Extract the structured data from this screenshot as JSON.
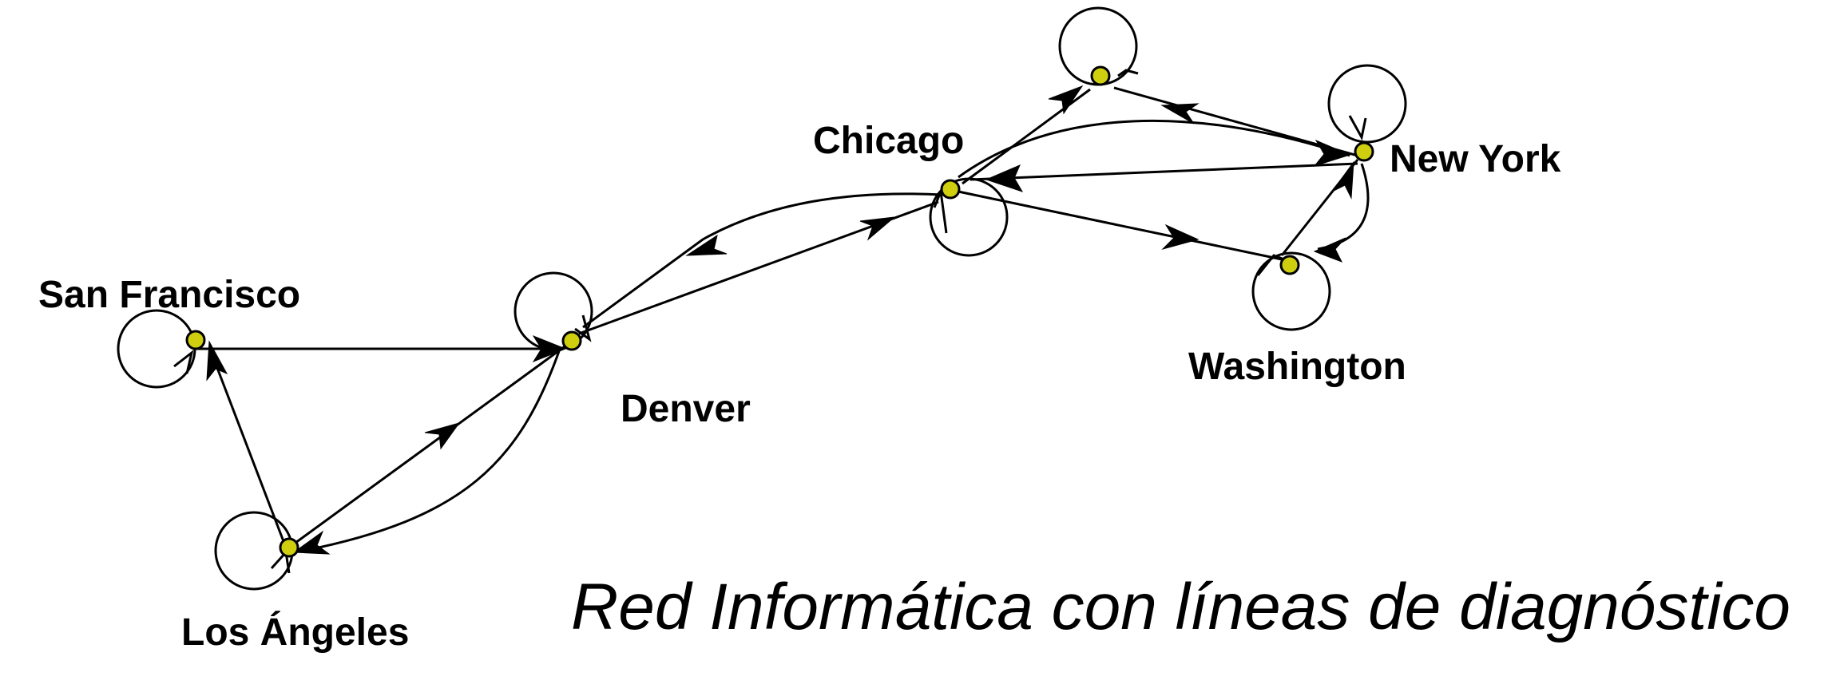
{
  "title": "Red Informática con líneas de diagnóstico",
  "node_color": "#cfcf10",
  "nodes": {
    "sf": "San Francisco",
    "la": "Los Ángeles",
    "denver": "Denver",
    "chicago": "Chicago",
    "newyork": "New York",
    "washington": "Washington",
    "top": ""
  },
  "edges": [
    [
      "San Francisco",
      "Denver"
    ],
    [
      "Los Ángeles",
      "San Francisco"
    ],
    [
      "Los Ángeles",
      "Denver"
    ],
    [
      "Denver",
      "Los Ángeles"
    ],
    [
      "Denver",
      "Chicago"
    ],
    [
      "Chicago",
      "Denver"
    ],
    [
      "Chicago",
      "Washington"
    ],
    [
      "Chicago",
      "New York"
    ],
    [
      "New York",
      "Chicago"
    ],
    [
      "Washington",
      "New York"
    ],
    [
      "New York",
      "Washington"
    ],
    [
      "New York",
      "top"
    ]
  ],
  "self_loops": [
    "San Francisco",
    "Los Ángeles",
    "Denver",
    "Chicago",
    "New York",
    "Washington",
    "top"
  ]
}
